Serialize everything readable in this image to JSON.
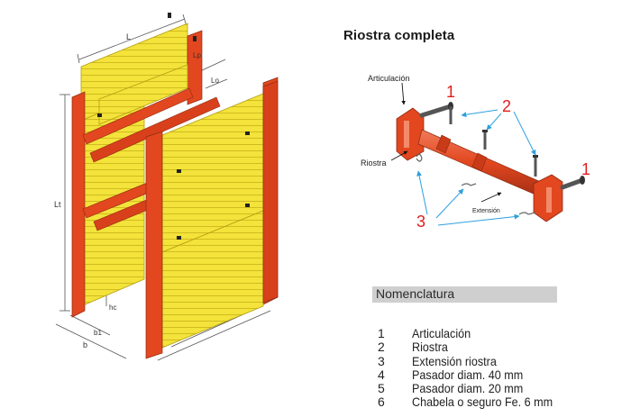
{
  "title": "Riostra completa",
  "colors": {
    "panel_yellow": "#f3e33a",
    "frame_orange": "#e2471f",
    "callout_red": "#e11d1d",
    "arrow_blue": "#2da0dc"
  },
  "assembly_labels": {
    "L": "L",
    "Lp": "Lp",
    "Lo": "Lo",
    "Lt": "Lt",
    "hc": "hc",
    "b1": "b1",
    "b": "b"
  },
  "riostra_labels": {
    "articulacion": "Articulación",
    "riostra": "Riostra",
    "extension": "Extensión"
  },
  "callouts": [
    "1",
    "2",
    "3",
    "1"
  ],
  "nomenclatura": {
    "heading": "Nomenclatura",
    "items": [
      {
        "num": "1",
        "label": "Articulación"
      },
      {
        "num": "2",
        "label": "Riostra"
      },
      {
        "num": "3",
        "label": "Extensión riostra"
      },
      {
        "num": "4",
        "label": "Pasador diam. 40 mm"
      },
      {
        "num": "5",
        "label": "Pasador diam. 20 mm"
      },
      {
        "num": "6",
        "label": "Chabela o seguro Fe. 6 mm"
      }
    ]
  }
}
